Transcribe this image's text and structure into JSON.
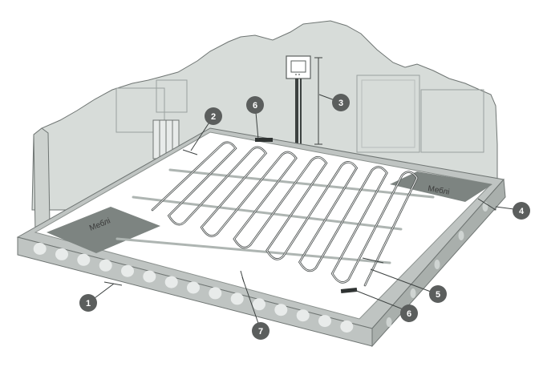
{
  "diagram": {
    "furniture_labels": [
      "Меблі",
      "Меблі"
    ],
    "callouts": [
      {
        "number": "1"
      },
      {
        "number": "2"
      },
      {
        "number": "3"
      },
      {
        "number": "4"
      },
      {
        "number": "5"
      },
      {
        "number": "6"
      },
      {
        "number": "6"
      },
      {
        "number": "7"
      }
    ],
    "colors": {
      "wall": "#d4d9d6",
      "wall_stroke": "#6f7573",
      "floor": "#ffffff",
      "slab": "#bfc4c2",
      "slab_holes": "#e8ebea",
      "cable": "#5a5f5e",
      "rod": "#aeb5b2",
      "furniture": "#7d8481",
      "badge": "#5b5e5d"
    }
  }
}
